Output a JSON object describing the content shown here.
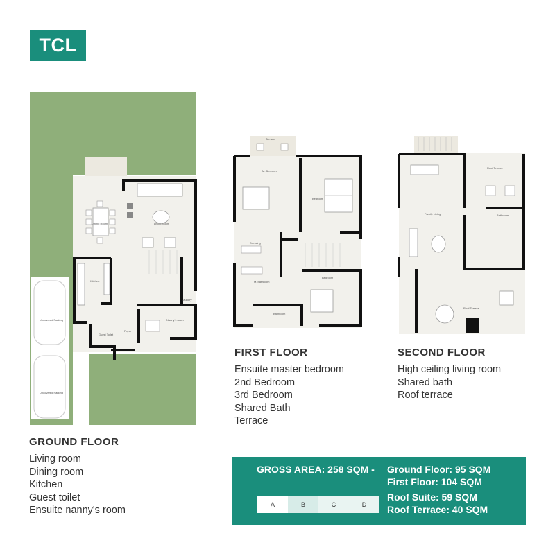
{
  "logo": "TCL",
  "floors": [
    {
      "title": "GROUND FLOOR",
      "features": [
        "Living room",
        "Dining room",
        "Kitchen",
        "Guest toilet",
        "Ensuite nanny's room"
      ]
    },
    {
      "title": "FIRST FLOOR",
      "features": [
        "Ensuite master bedroom",
        "2nd Bedroom",
        "3rd Bedroom",
        "Shared Bath",
        "Terrace"
      ]
    },
    {
      "title": "SECOND FLOOR",
      "features": [
        "High ceiling living room",
        "Shared bath",
        "Roof terrace"
      ]
    }
  ],
  "area": {
    "gross": "GROSS AREA: 258 SQM -",
    "ground": "Ground Floor: 95 SQM",
    "first": "First Floor: 104 SQM",
    "roof_suite": "Roof Suite: 59 SQM",
    "roof_terrace": "Roof Terrace: 40 SQM"
  },
  "unit_types": [
    "A",
    "B",
    "C",
    "D"
  ],
  "plan_labels": {
    "ground": [
      "Living Room",
      "Dining Room",
      "Kitchen",
      "Laundry",
      "Nanny's room",
      "Foyer",
      "Guest Toilet",
      "Uncovered Parking",
      "Uncovered Parking"
    ],
    "first": [
      "Terrace",
      "M. Bedroom",
      "Bedroom",
      "Dressing",
      "M. bathroom",
      "Bedroom",
      "Bathroom"
    ],
    "second": [
      "Roof Terrace",
      "Family Living",
      "Bathroom",
      "Roof Terrace"
    ]
  },
  "colors": {
    "accent": "#1a8e7c",
    "garden": "#8faf7a",
    "wall": "#111111",
    "floor": "#f2f1ec"
  }
}
